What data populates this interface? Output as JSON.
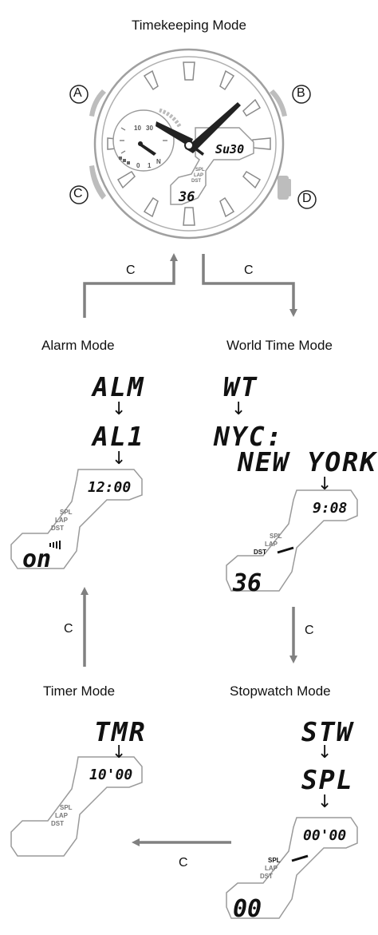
{
  "title": "Timekeeping Mode",
  "buttons": {
    "a": "A",
    "b": "B",
    "c": "C",
    "d": "D"
  },
  "watch": {
    "day_display": "Su30",
    "sub_display": "36",
    "dial_numbers": [
      "10",
      "30",
      "0",
      "1",
      "N"
    ]
  },
  "indicators": {
    "spl": "SPL",
    "lap": "LAP",
    "dst": "DST"
  },
  "transition_label": "C",
  "modes": {
    "alarm": {
      "label": "Alarm Mode",
      "seq": [
        "ALM",
        "AL1"
      ],
      "main": "12:00",
      "sub": "on"
    },
    "world_time": {
      "label": "World Time Mode",
      "seq": [
        "WT",
        "NYC:",
        "NEW YORK"
      ],
      "main": "9:08",
      "sub": "36"
    },
    "timer": {
      "label": "Timer Mode",
      "seq": [
        "TMR"
      ],
      "main": "10'00"
    },
    "stopwatch": {
      "label": "Stopwatch Mode",
      "seq": [
        "STW",
        "SPL"
      ],
      "main": "00'00",
      "sub": "00"
    }
  },
  "colors": {
    "arrow": "#808080",
    "button": "#bdbdbd",
    "outline": "#9a9a9a"
  }
}
